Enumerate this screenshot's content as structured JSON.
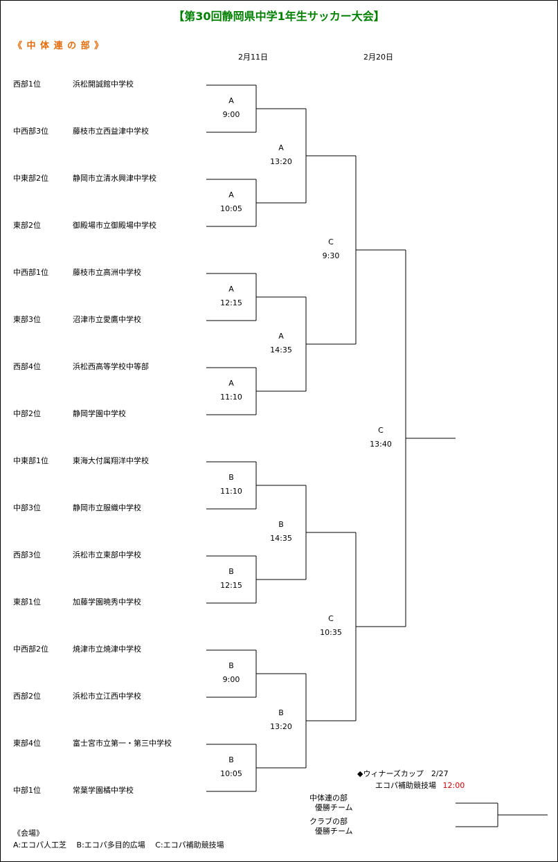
{
  "title": "【第30回静岡県中学1年生サッカー大会】",
  "section": "《 中 体 連 の 部 》",
  "dates": [
    "2月11日",
    "2月20日"
  ],
  "teams": [
    {
      "seed": "西部1位",
      "name": "浜松開誠館中学校"
    },
    {
      "seed": "中西部3位",
      "name": "藤枝市立西益津中学校"
    },
    {
      "seed": "中東部2位",
      "name": "静岡市立清水興津中学校"
    },
    {
      "seed": "東部2位",
      "name": "御殿場市立御殿場中学校"
    },
    {
      "seed": "中西部1位",
      "name": "藤枝市立高洲中学校"
    },
    {
      "seed": "東部3位",
      "name": "沼津市立愛鷹中学校"
    },
    {
      "seed": "西部4位",
      "name": "浜松西高等学校中等部"
    },
    {
      "seed": "中部2位",
      "name": "静岡学園中学校"
    },
    {
      "seed": "中東部1位",
      "name": "東海大付属翔洋中学校"
    },
    {
      "seed": "中部3位",
      "name": "静岡市立服織中学校"
    },
    {
      "seed": "西部3位",
      "name": "浜松市立東部中学校"
    },
    {
      "seed": "東部1位",
      "name": "加藤学園暁秀中学校"
    },
    {
      "seed": "中西部2位",
      "name": "焼津市立焼津中学校"
    },
    {
      "seed": "西部2位",
      "name": "浜松市立江西中学校"
    },
    {
      "seed": "東部4位",
      "name": "富士宮市立第一・第三中学校"
    },
    {
      "seed": "中部1位",
      "name": "常葉学園橘中学校"
    }
  ],
  "round1": [
    {
      "venue": "A",
      "time": "9:00"
    },
    {
      "venue": "A",
      "time": "10:05"
    },
    {
      "venue": "A",
      "time": "12:15"
    },
    {
      "venue": "A",
      "time": "11:10"
    },
    {
      "venue": "B",
      "time": "11:10"
    },
    {
      "venue": "B",
      "time": "12:15"
    },
    {
      "venue": "B",
      "time": "9:00"
    },
    {
      "venue": "B",
      "time": "10:05"
    }
  ],
  "round2": [
    {
      "venue": "A",
      "time": "13:20"
    },
    {
      "venue": "A",
      "time": "14:35"
    },
    {
      "venue": "B",
      "time": "14:35"
    },
    {
      "venue": "B",
      "time": "13:20"
    }
  ],
  "semis": [
    {
      "venue": "C",
      "time": "9:30"
    },
    {
      "venue": "C",
      "time": "10:35"
    }
  ],
  "final": {
    "venue": "C",
    "time": "13:40"
  },
  "winners_cup": {
    "title": "◆ウィナーズカップ　2/27",
    "venue": "エコパ補助競技場",
    "time": "12:00",
    "team1": [
      "中体連の部",
      "優勝チーム"
    ],
    "team2": [
      "クラブの部",
      "優勝チーム"
    ]
  },
  "venues": {
    "heading": "《会場》",
    "list": "A:エコパ人工芝　 B:エコパ多目的広場　 C:エコパ補助競技場"
  },
  "colors": {
    "title": "#008000",
    "section": "#e36c09",
    "winners_time": "#cc0000"
  }
}
